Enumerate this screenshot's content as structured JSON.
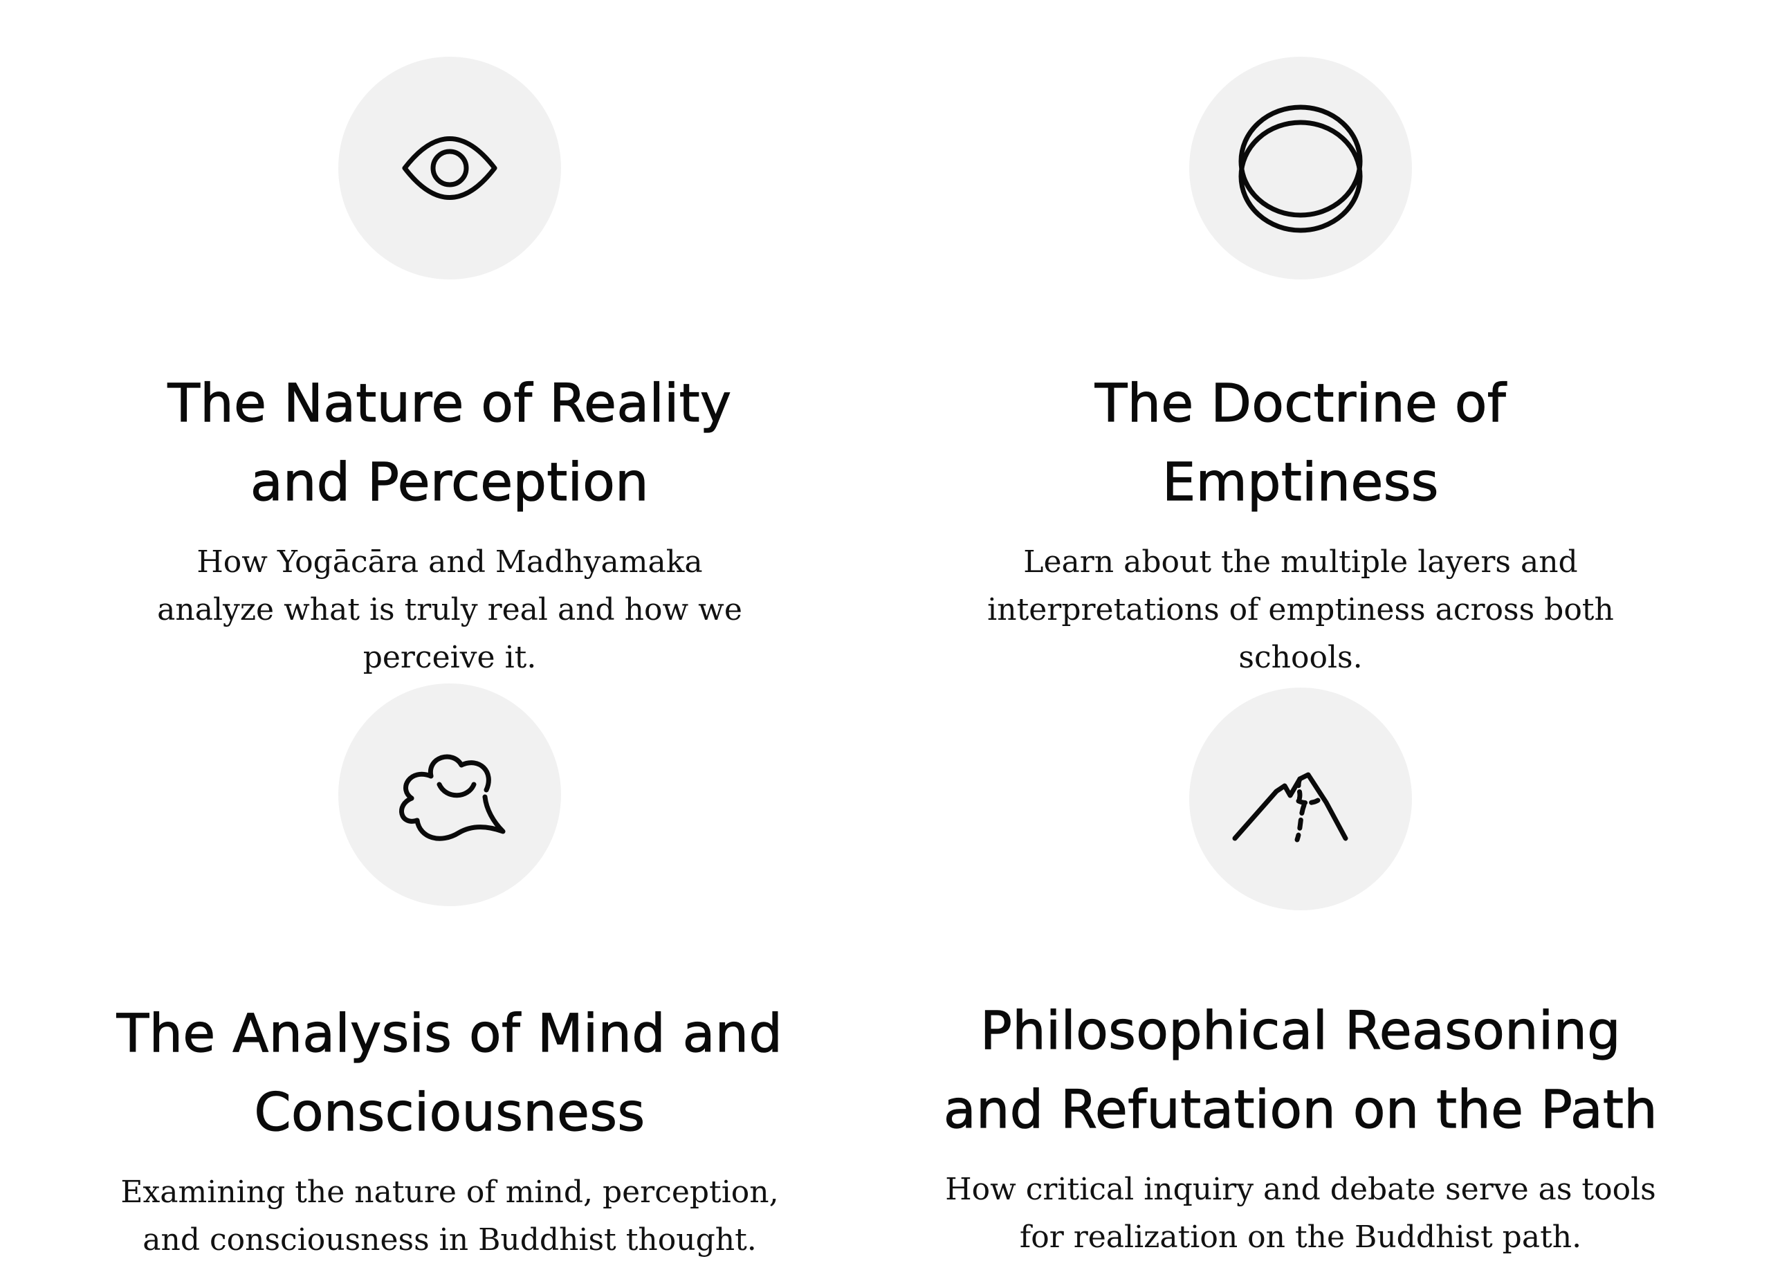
{
  "cards": [
    {
      "icon": "eye-icon",
      "title": "The Nature of Reality and Perception",
      "description": "How Yogācāra and Madhyamaka analyze what is truly real and how we perceive it."
    },
    {
      "icon": "overlapping-circles-icon",
      "title": "The Doctrine of Emptiness",
      "description": "Learn about the multiple layers and interpretations of emptiness across both schools."
    },
    {
      "icon": "thought-cloud-icon",
      "title": "The Analysis of Mind and Consciousness",
      "description": "Examining the nature of mind, perception, and consciousness in Buddhist thought."
    },
    {
      "icon": "mountain-path-icon",
      "title": "Philosophical Reasoning and Refutation on the Path",
      "description": "How critical inquiry and debate serve as tools for realization on the Buddhist path."
    }
  ],
  "colors": {
    "background": "#ffffff",
    "icon_circle": "#f1f1f1",
    "text": "#0a0a0a"
  }
}
